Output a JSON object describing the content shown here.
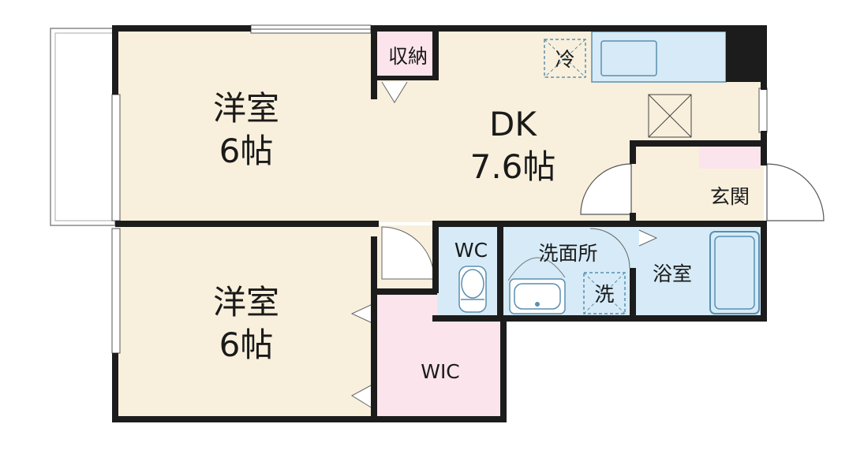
{
  "rooms": {
    "western_upper": {
      "name": "洋室",
      "size": "6帖"
    },
    "western_lower": {
      "name": "洋室",
      "size": "6帖"
    },
    "dk": {
      "name": "DK",
      "size": "7.6帖"
    },
    "storage": {
      "name": "収納"
    },
    "entrance": {
      "name": "玄関"
    },
    "wc": {
      "name": "WC"
    },
    "washroom": {
      "name": "洗面所"
    },
    "bathroom": {
      "name": "浴室"
    },
    "wic": {
      "name": "WIC"
    }
  },
  "fixtures": {
    "fridge_label": "冷",
    "washer_label": "洗"
  },
  "colors": {
    "floor": "#f8f0dc",
    "wet": "#d6ebf7",
    "pink": "#fbe4ec",
    "wall": "#1c1c1c"
  }
}
